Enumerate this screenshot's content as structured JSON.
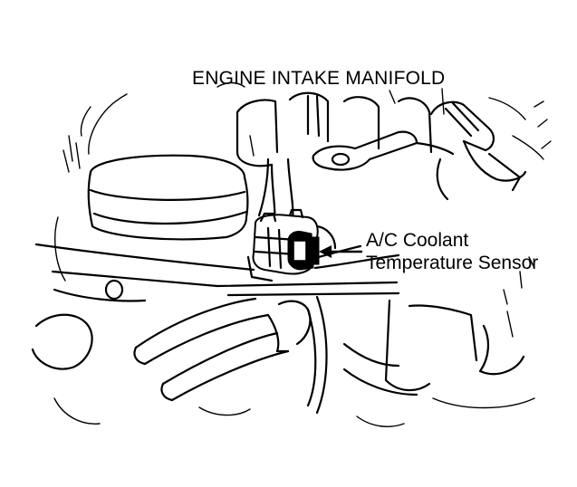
{
  "diagram": {
    "title": "ENGINE INTAKE MANIFOLD",
    "callout": {
      "line1": "A/C Coolant",
      "line2": "Temperature Sensor"
    },
    "colors": {
      "ink": "#000000",
      "paper": "#ffffff"
    }
  }
}
